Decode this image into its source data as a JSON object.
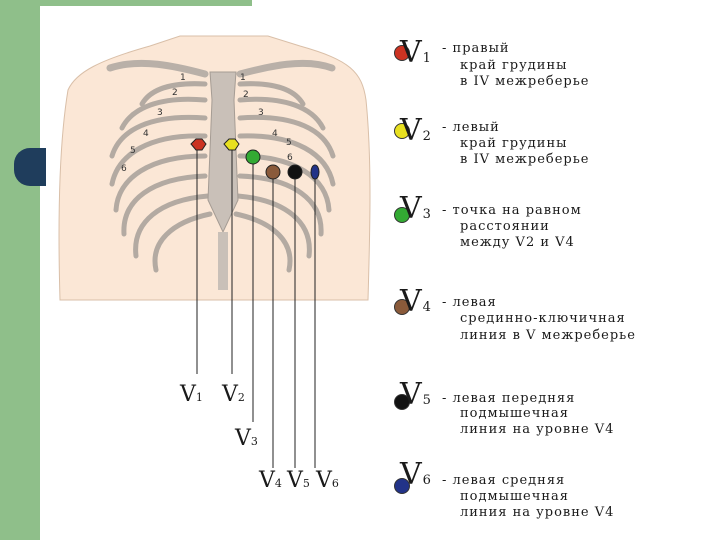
{
  "leads": [
    {
      "name": "V",
      "num": "1",
      "color": "#cc3322",
      "lines": [
        "- правый",
        "край грудины",
        "в IV межреберье"
      ]
    },
    {
      "name": "V",
      "num": "2",
      "color": "#e8e020",
      "lines": [
        "- левый",
        "край грудины",
        "в IV межреберье"
      ]
    },
    {
      "name": "V",
      "num": "3",
      "color": "#33aa33",
      "lines": [
        "- точка на равном",
        "расстоянии",
        "между V2 и V4"
      ]
    },
    {
      "name": "V",
      "num": "4",
      "color": "#8a5a3a",
      "lines": [
        "- левая",
        "срединно-ключичная",
        "линия в V межреберье"
      ]
    },
    {
      "name": "V",
      "num": "5",
      "color": "#111111",
      "lines": [
        "- левая передняя",
        "подмышечная",
        "линия на уровне V4"
      ]
    },
    {
      "name": "V",
      "num": "6",
      "color": "#223388",
      "lines": [
        "- левая средняя",
        "подмышечная",
        "линия на уровне V4"
      ]
    }
  ],
  "rib_numbers": [
    "1",
    "2",
    "3",
    "4",
    "5",
    "6"
  ],
  "labels": {
    "v1": "V1",
    "v2": "V2",
    "v3": "V3",
    "v4": "V4",
    "v5": "V5",
    "v6": "V6"
  }
}
